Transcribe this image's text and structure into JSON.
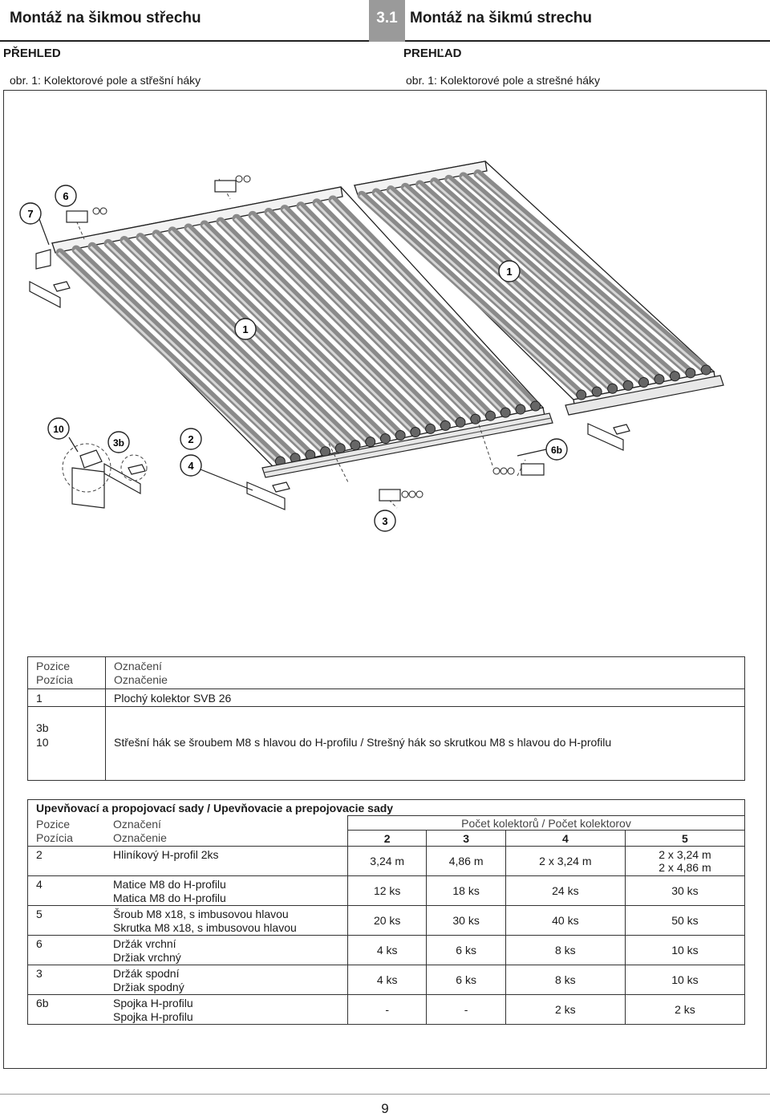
{
  "header": {
    "title_cz": "Montáž na šikmou střechu",
    "chapter": "3.1",
    "title_sk": "Montáž na šikmú strechu",
    "sub_cz": "PŘEHLED",
    "sub_sk": "PREHĽAD",
    "caption_cz": "obr. 1: Kolektorové pole a střešní háky",
    "caption_sk": "obr. 1: Kolektorové pole a strešné háky"
  },
  "callouts": [
    "7",
    "6",
    "1",
    "1",
    "10",
    "3b",
    "2",
    "4",
    "6b",
    "3"
  ],
  "parts_table": {
    "head_pos_cz": "Pozice",
    "head_pos_sk": "Pozícia",
    "head_des_cz": "Označení",
    "head_des_sk": "Označenie",
    "row1_pos": "1",
    "row1_des": "Plochý kolektor SVB 26",
    "row2_pos_a": "3b",
    "row2_pos_b": "10",
    "row2_des": "Střešní hák se šroubem M8 s hlavou do H-profilu / Strešný hák so skrutkou M8 s hlavou do H-profilu"
  },
  "set_table": {
    "title": "Upevňovací a propojovací sady / Upevňovacie a prepojovacie sady",
    "head_pos_cz": "Pozice",
    "head_pos_sk": "Pozícia",
    "head_des_cz": "Označení",
    "head_des_sk": "Označenie",
    "head_count": "Počet kolektorů / Počet kolektorov",
    "counts": [
      "2",
      "3",
      "4",
      "5"
    ],
    "rows": [
      {
        "pos": "2",
        "des_a": "Hliníkový H-profil 2ks",
        "des_b": "",
        "v": [
          "3,24 m",
          "4,86 m",
          "2 x 3,24 m",
          "2 x 3,24 m"
        ],
        "v4b": "2 x 4,86 m"
      },
      {
        "pos": "4",
        "des_a": "Matice M8 do H-profilu",
        "des_b": "Matica M8 do H-profilu",
        "v": [
          "12 ks",
          "18 ks",
          "24 ks",
          "30 ks"
        ],
        "v4b": ""
      },
      {
        "pos": "5",
        "des_a": "Šroub M8 x18, s imbusovou hlavou",
        "des_b": "Skrutka M8 x18, s imbusovou hlavou",
        "v": [
          "20 ks",
          "30 ks",
          "40 ks",
          "50 ks"
        ],
        "v4b": ""
      },
      {
        "pos": "6",
        "des_a": "Držák vrchní",
        "des_b": "Držiak vrchný",
        "v": [
          "4 ks",
          "6 ks",
          "8 ks",
          "10 ks"
        ],
        "v4b": ""
      },
      {
        "pos": "3",
        "des_a": "Držák spodní",
        "des_b": "Držiak spodný",
        "v": [
          "4 ks",
          "6 ks",
          "8 ks",
          "10 ks"
        ],
        "v4b": ""
      },
      {
        "pos": "6b",
        "des_a": "Spojka H-profilu",
        "des_b": "Spojka H-profilu",
        "v": [
          "-",
          "-",
          "2 ks",
          "2 ks"
        ],
        "v4b": ""
      }
    ]
  },
  "page_number": "9"
}
